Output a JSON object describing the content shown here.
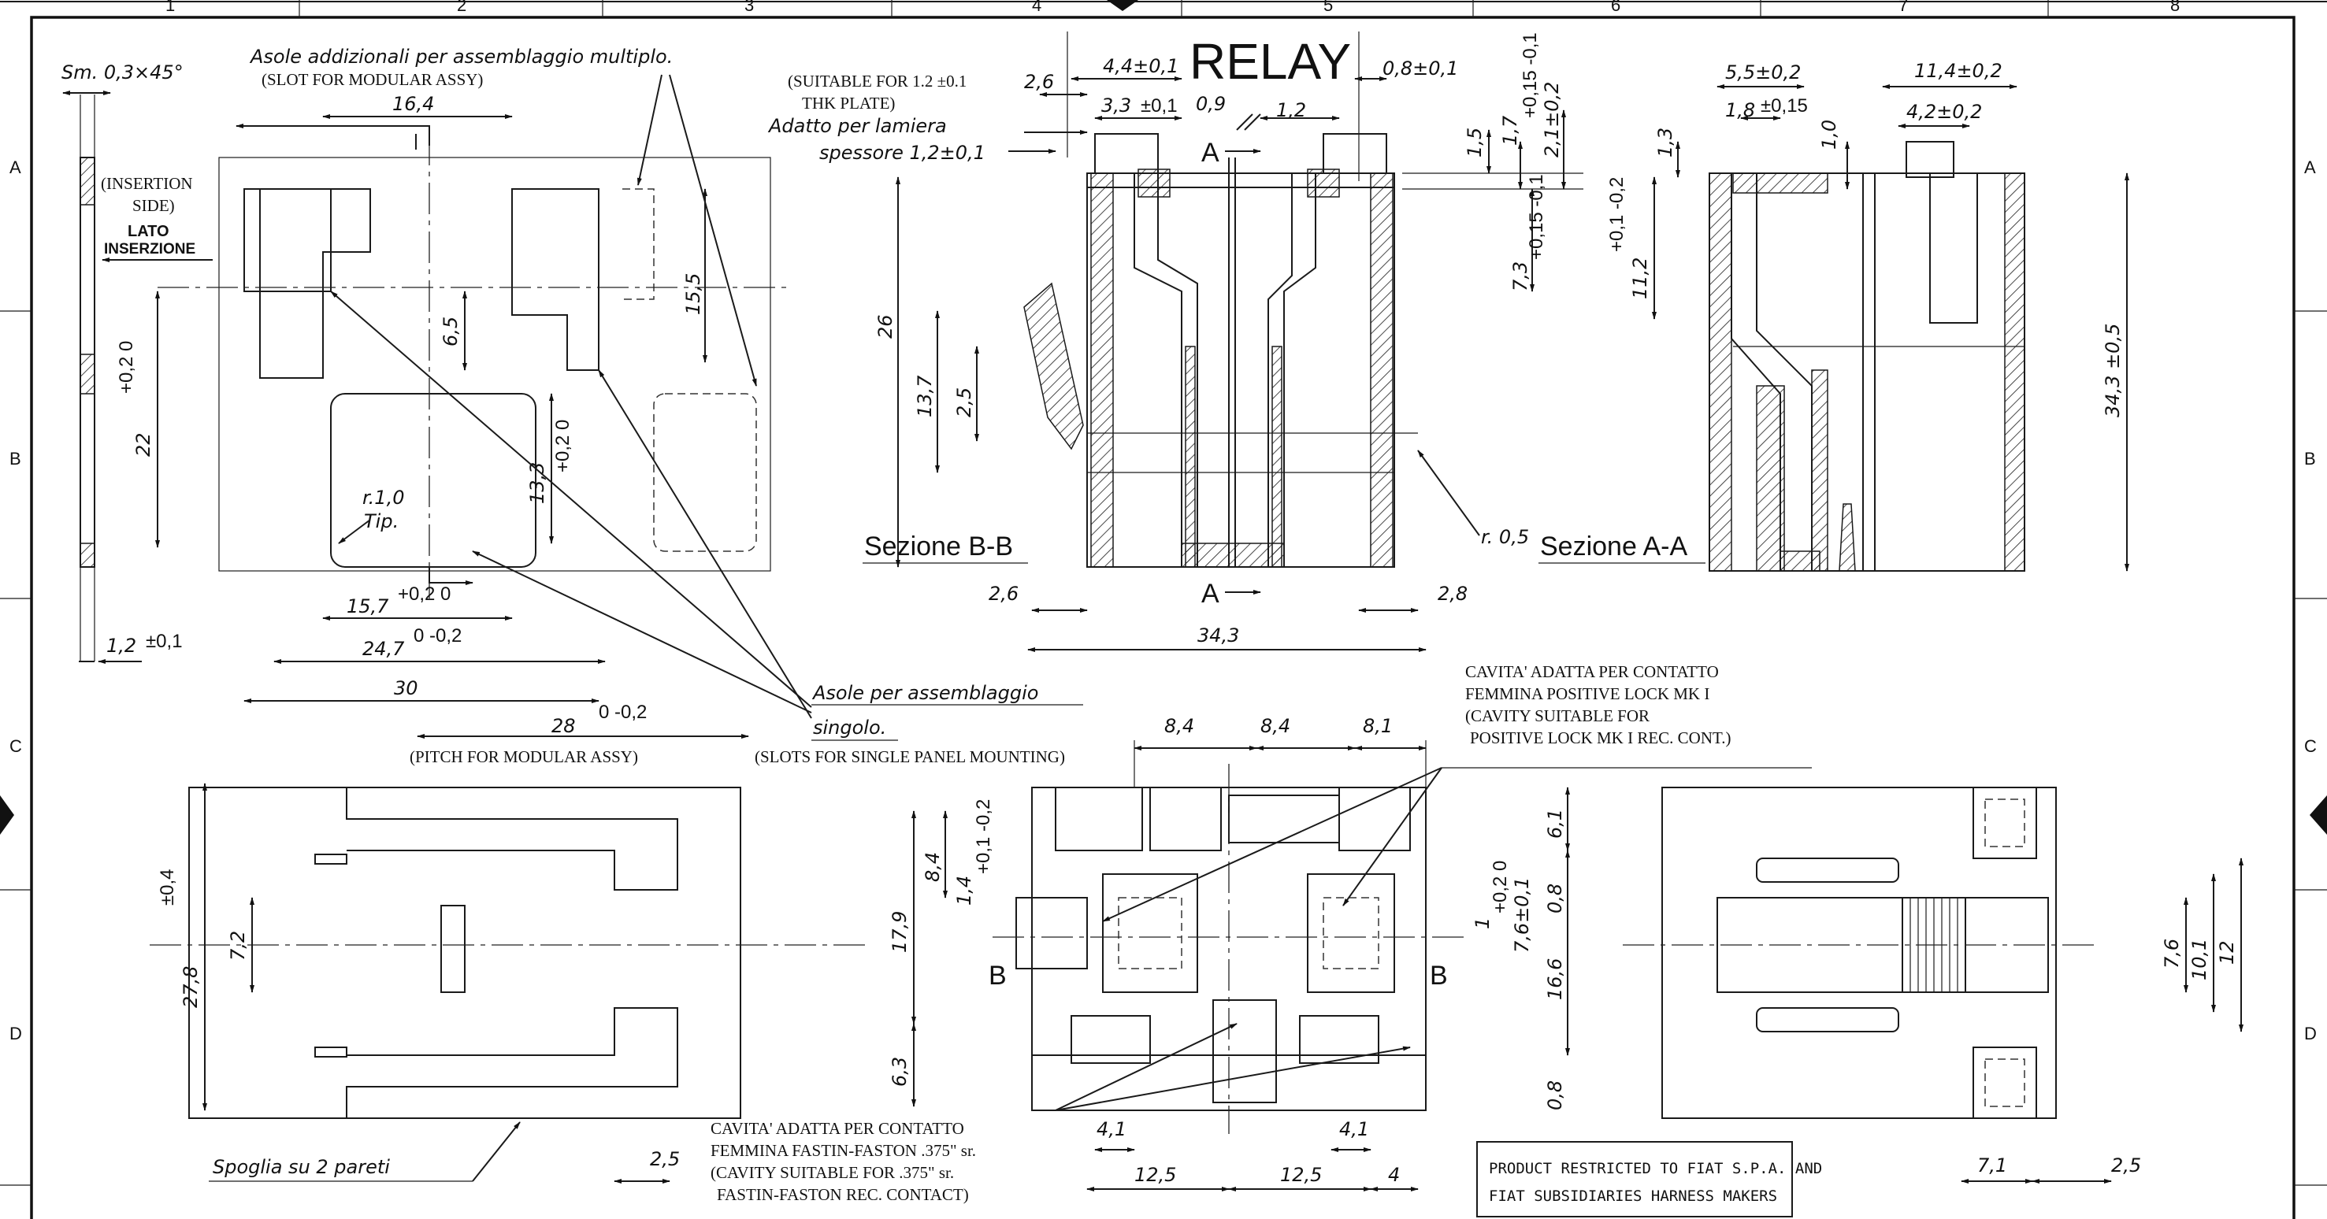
{
  "grid": {
    "columns": [
      "1",
      "2",
      "3",
      "4",
      "5",
      "6",
      "7",
      "8"
    ],
    "rows": [
      "A",
      "B",
      "C",
      "D"
    ]
  },
  "title": "RELAY",
  "sections": {
    "bb": "Sezione B-B",
    "aa": "Sezione A-A",
    "a_marker": "A",
    "b_marker": "B"
  },
  "notes": {
    "chamfer": "Sm. 0,3×45°",
    "slot_modular_it": "Asole addizionali per assemblaggio multiplo.",
    "slot_modular_en": "(SLOT FOR MODULAR ASSY)",
    "insertion_side_en_1": "(INSERTION",
    "insertion_side_en_2": "SIDE)",
    "insertion_side_it_1": "LATO",
    "insertion_side_it_2": "INSERZIONE",
    "plate_en_1": "(SUITABLE FOR 1.2 ±0.1",
    "plate_en_2": "THK PLATE)",
    "plate_it_1": "Adatto per lamiera",
    "plate_it_2": "spessore 1,2±0,1",
    "radius_typ_1": "r.1,0",
    "radius_typ_2": "Tip.",
    "slot_single_it_1": "Asole per assemblaggio",
    "slot_single_it_2": "singolo.",
    "slot_single_en": "(SLOTS FOR SINGLE PANEL MOUNTING)",
    "pitch_en": "(PITCH FOR MODULAR ASSY)",
    "radius_05": "r. 0,5",
    "cavity_pl_1": "CAVITA' ADATTA PER CONTATTO",
    "cavity_pl_2": "FEMMINA POSITIVE LOCK MK I",
    "cavity_pl_3": "(CAVITY SUITABLE FOR",
    "cavity_pl_4": "POSITIVE LOCK MK I REC. CONT.)",
    "cavity_ff_1": "CAVITA' ADATTA PER CONTATTO",
    "cavity_ff_2": "FEMMINA FASTIN-FASTON .375\" sr.",
    "cavity_ff_3": "(CAVITY SUITABLE FOR .375\" sr.",
    "cavity_ff_4": "FASTIN-FASTON REC. CONTACT)",
    "draft": "Spoglia su 2 pareti",
    "restricted_1": "PRODUCT RESTRICTED TO FIAT S.P.A. AND",
    "restricted_2": "FIAT SUBSIDIARIES HARNESS MAKERS"
  },
  "dims": {
    "d16_4": "16,4",
    "d15_5": "15,5",
    "d6_5": "6,5",
    "d22": "22",
    "d22_tol": "+0,2 0",
    "d13_3": "13,3",
    "d13_3_tol": "+0,2 0",
    "d15_7": "15,7",
    "d15_7_tol": "+0,2 0",
    "d24_7": "24,7",
    "d24_7_tol": "0 -0,2",
    "d30": "30",
    "d28": "28",
    "d28_tol": "0 -0,2",
    "d1_2": "1,2",
    "d1_2_tol": "±0,1",
    "d2_6_top": "2,6",
    "d4_4": "4,4±0,1",
    "d3_3": "3,3",
    "d3_3_tol": "±0,1",
    "d0_9": "0,9",
    "d1_2b": "1,2",
    "d0_8": "0,8±0,1",
    "d1_5": "1,5",
    "d1_7": "1,7",
    "d1_7_tol": "+0,15 -0,1",
    "d2_1": "2,1±0,2",
    "d7_3": "7,3",
    "d7_3_tol": "+0,15 -0,1",
    "d26": "26",
    "d13_7": "13,7",
    "d2_5": "2,5",
    "d2_6_bot": "2,6",
    "d2_8": "2,8",
    "d34_3": "34,3",
    "d5_5": "5,5±0,2",
    "d1_8": "1,8",
    "d1_8_tol": "±0,15",
    "d11_4": "11,4±0,2",
    "d4_2": "4,2±0,2",
    "d1_3": "1,3",
    "d1_0": "1,0",
    "d11_2": "11,2",
    "d11_2_tol": "+0,1 -0,2",
    "d34_3v": "34,3 ±0,5",
    "d8_4a": "8,4",
    "d8_4b": "8,4",
    "d8_1": "8,1",
    "d6_1": "6,1",
    "d0_8a": "0,8",
    "d16_6": "16,6",
    "d0_8b": "0,8",
    "d8_4v": "8,4",
    "d1_4": "1,4",
    "d1_4_tol": "+0,1 -0,2",
    "d17_9": "17,9",
    "d6_3": "6,3",
    "d1_0v": "1",
    "d1_0v_tol": "+0,2 0",
    "d7_6": "7,6±0,1",
    "d4_1a": "4,1",
    "d4_1b": "4,1",
    "d12_5a": "12,5",
    "d12_5b": "12,5",
    "d4": "4",
    "d27_8": "27,8",
    "d27_8_tol": "±0,4",
    "d7_2": "7,2",
    "d2_5b": "2,5",
    "d7_6b": "7,6",
    "d10_1": "10,1",
    "d12": "12",
    "d7_1": "7,1",
    "d2_5c": "2,5"
  }
}
